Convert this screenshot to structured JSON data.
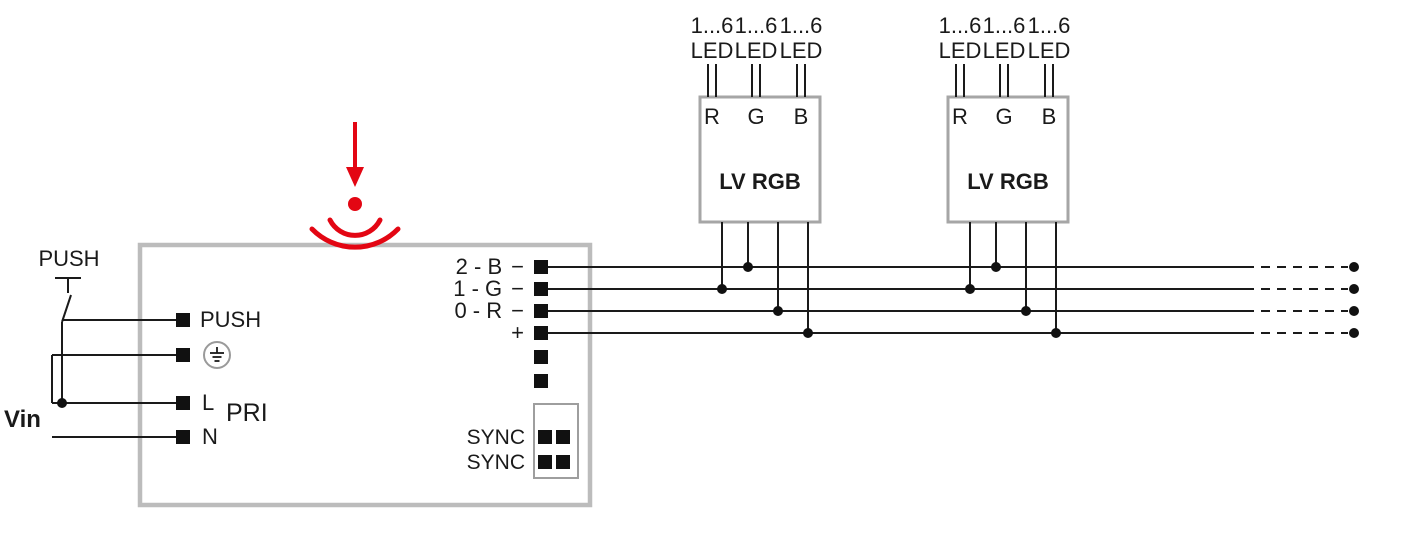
{
  "colors": {
    "wire": "#1a1a1a",
    "driver_border": "#bcbcbc",
    "module_border": "#a6a6a6",
    "signal_red": "#e30613"
  },
  "input": {
    "push_switch_label": "PUSH",
    "vin_label": "Vin",
    "push_terminal": "PUSH",
    "line_terminal": "L",
    "neutral_terminal": "N",
    "primary_label": "PRI"
  },
  "driver": {
    "outputs": [
      {
        "name": "2 - B",
        "sign": "−"
      },
      {
        "name": "1 - G",
        "sign": "−"
      },
      {
        "name": "0 - R",
        "sign": "−"
      },
      {
        "name": "",
        "sign": "+"
      }
    ],
    "sync": [
      "SYNC",
      "SYNC"
    ]
  },
  "modules": [
    {
      "title": "LV RGB",
      "terminals": [
        "R",
        "G",
        "B"
      ],
      "led_labels": [
        "LED",
        "LED",
        "LED"
      ],
      "counts": [
        "1...6",
        "1...6",
        "1...6"
      ]
    },
    {
      "title": "LV RGB",
      "terminals": [
        "R",
        "G",
        "B"
      ],
      "led_labels": [
        "LED",
        "LED",
        "LED"
      ],
      "counts": [
        "1...6",
        "1...6",
        "1...6"
      ]
    }
  ]
}
